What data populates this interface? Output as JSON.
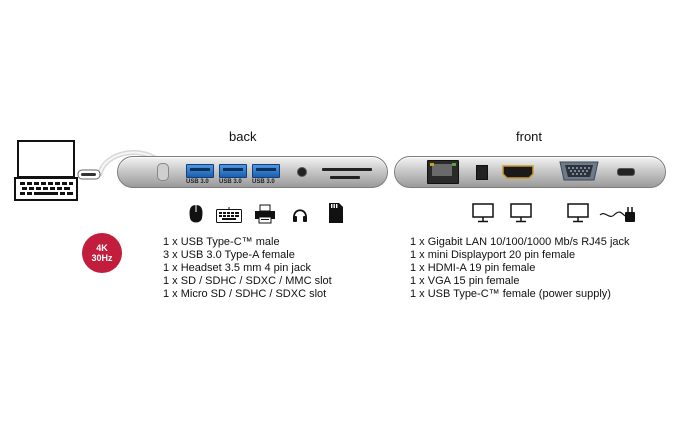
{
  "labels": {
    "back": "back",
    "front": "front"
  },
  "back_ports": {
    "usb_label": "USB 3.0"
  },
  "badge": {
    "line1": "4K",
    "line2": "30Hz",
    "color": "#c21d3c"
  },
  "back_specs": [
    "1 x USB Type-C™ male",
    "3 x USB 3.0 Type-A female",
    "1 x Headset 3.5 mm 4 pin jack",
    "1 x SD / SDHC / SDXC / MMC slot",
    "1 x Micro SD / SDHC / SDXC slot"
  ],
  "front_specs": [
    "1 x Gigabit LAN 10/100/1000 Mb/s RJ45 jack",
    "1 x mini Displayport 20 pin female",
    "1 x HDMI-A 19 pin female",
    "1 x VGA 15 pin female",
    "1 x USB Type-C™ female (power supply)"
  ],
  "back_icons": [
    "mouse-icon",
    "keyboard-icon",
    "printer-icon",
    "headset-icon",
    "sd-card-icon"
  ],
  "front_icons": [
    "monitor-icon",
    "monitor-icon",
    "monitor-icon",
    "power-adapter-icon"
  ]
}
